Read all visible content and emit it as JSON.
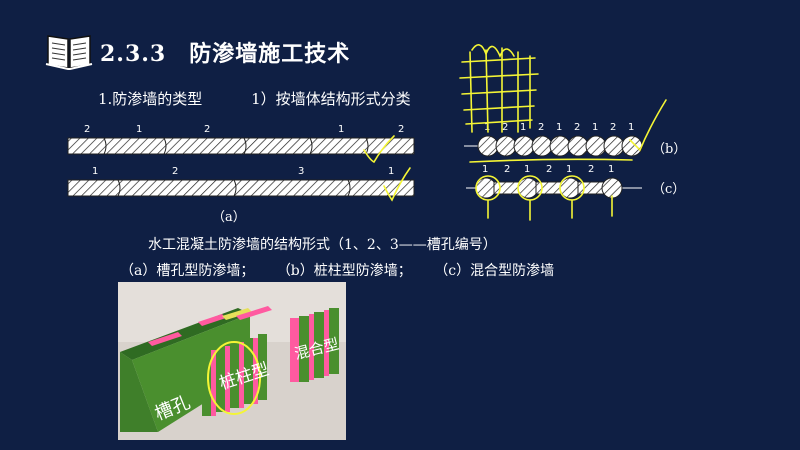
{
  "header": {
    "title": "2.3.3　防渗墙施工技术",
    "icon": "open-book-icon"
  },
  "subtitle": {
    "part1": "1.防渗墙的类型",
    "part2": "1）按墙体结构形式分类"
  },
  "figure_a": {
    "row1_numbers": [
      "2",
      "1",
      "2",
      "1",
      "2"
    ],
    "row2_numbers": [
      "1",
      "2",
      "3",
      "1"
    ],
    "label": "（a）"
  },
  "figure_b": {
    "numbers": [
      "1",
      "2",
      "1",
      "2",
      "1",
      "2",
      "1",
      "2",
      "1"
    ],
    "label": "（b）"
  },
  "figure_c": {
    "numbers": [
      "1",
      "2",
      "1",
      "2",
      "1",
      "2",
      "1"
    ],
    "label": "（c）"
  },
  "captions": {
    "main": "水工混凝土防渗墙的结构形式（1、2、3——槽孔编号）",
    "legend_a": "（a）槽孔型防渗墙；",
    "legend_b": "（b）桩柱型防渗墙；",
    "legend_c": "（c）混合型防渗墙"
  },
  "model_photo": {
    "label_slot": "槽孔",
    "label_pile": "桩柱型",
    "label_mixed": "混合型",
    "colors": {
      "concrete": "#4a8f2e",
      "pink": "#ff5aa0",
      "yellow": "#e6e05a",
      "background": "#d8d2cc"
    }
  },
  "annotations": {
    "ink_color": "#f4f535"
  }
}
